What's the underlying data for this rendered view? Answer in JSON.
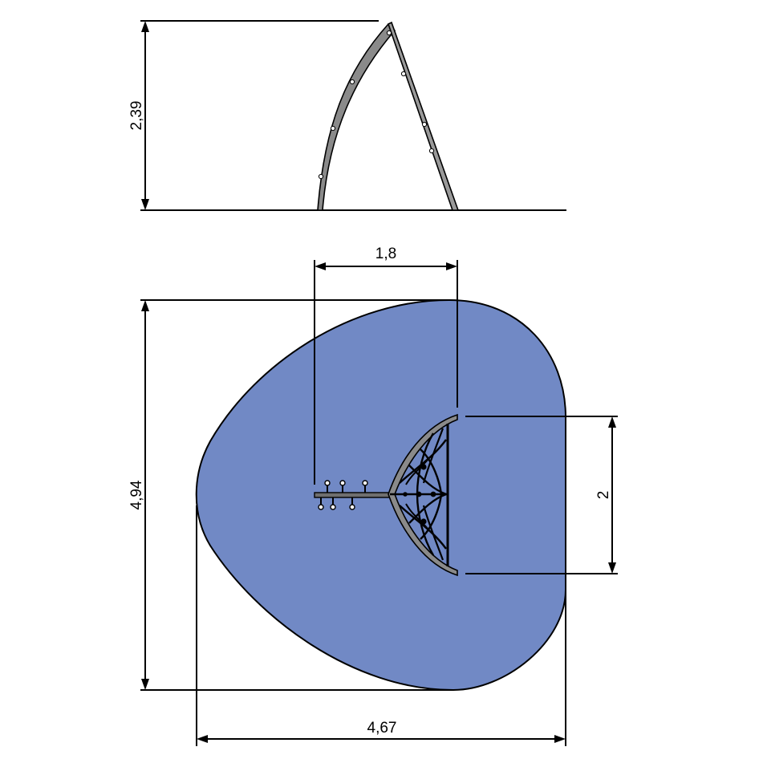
{
  "dimensions": {
    "side_height": "2,39",
    "net_offset": "1,8",
    "overall_depth": "4,94",
    "net_width": "2",
    "overall_width": "4,67"
  },
  "colors": {
    "safety_area": "#7189c5",
    "frame": "#8a8a8a",
    "outline": "#000000"
  }
}
